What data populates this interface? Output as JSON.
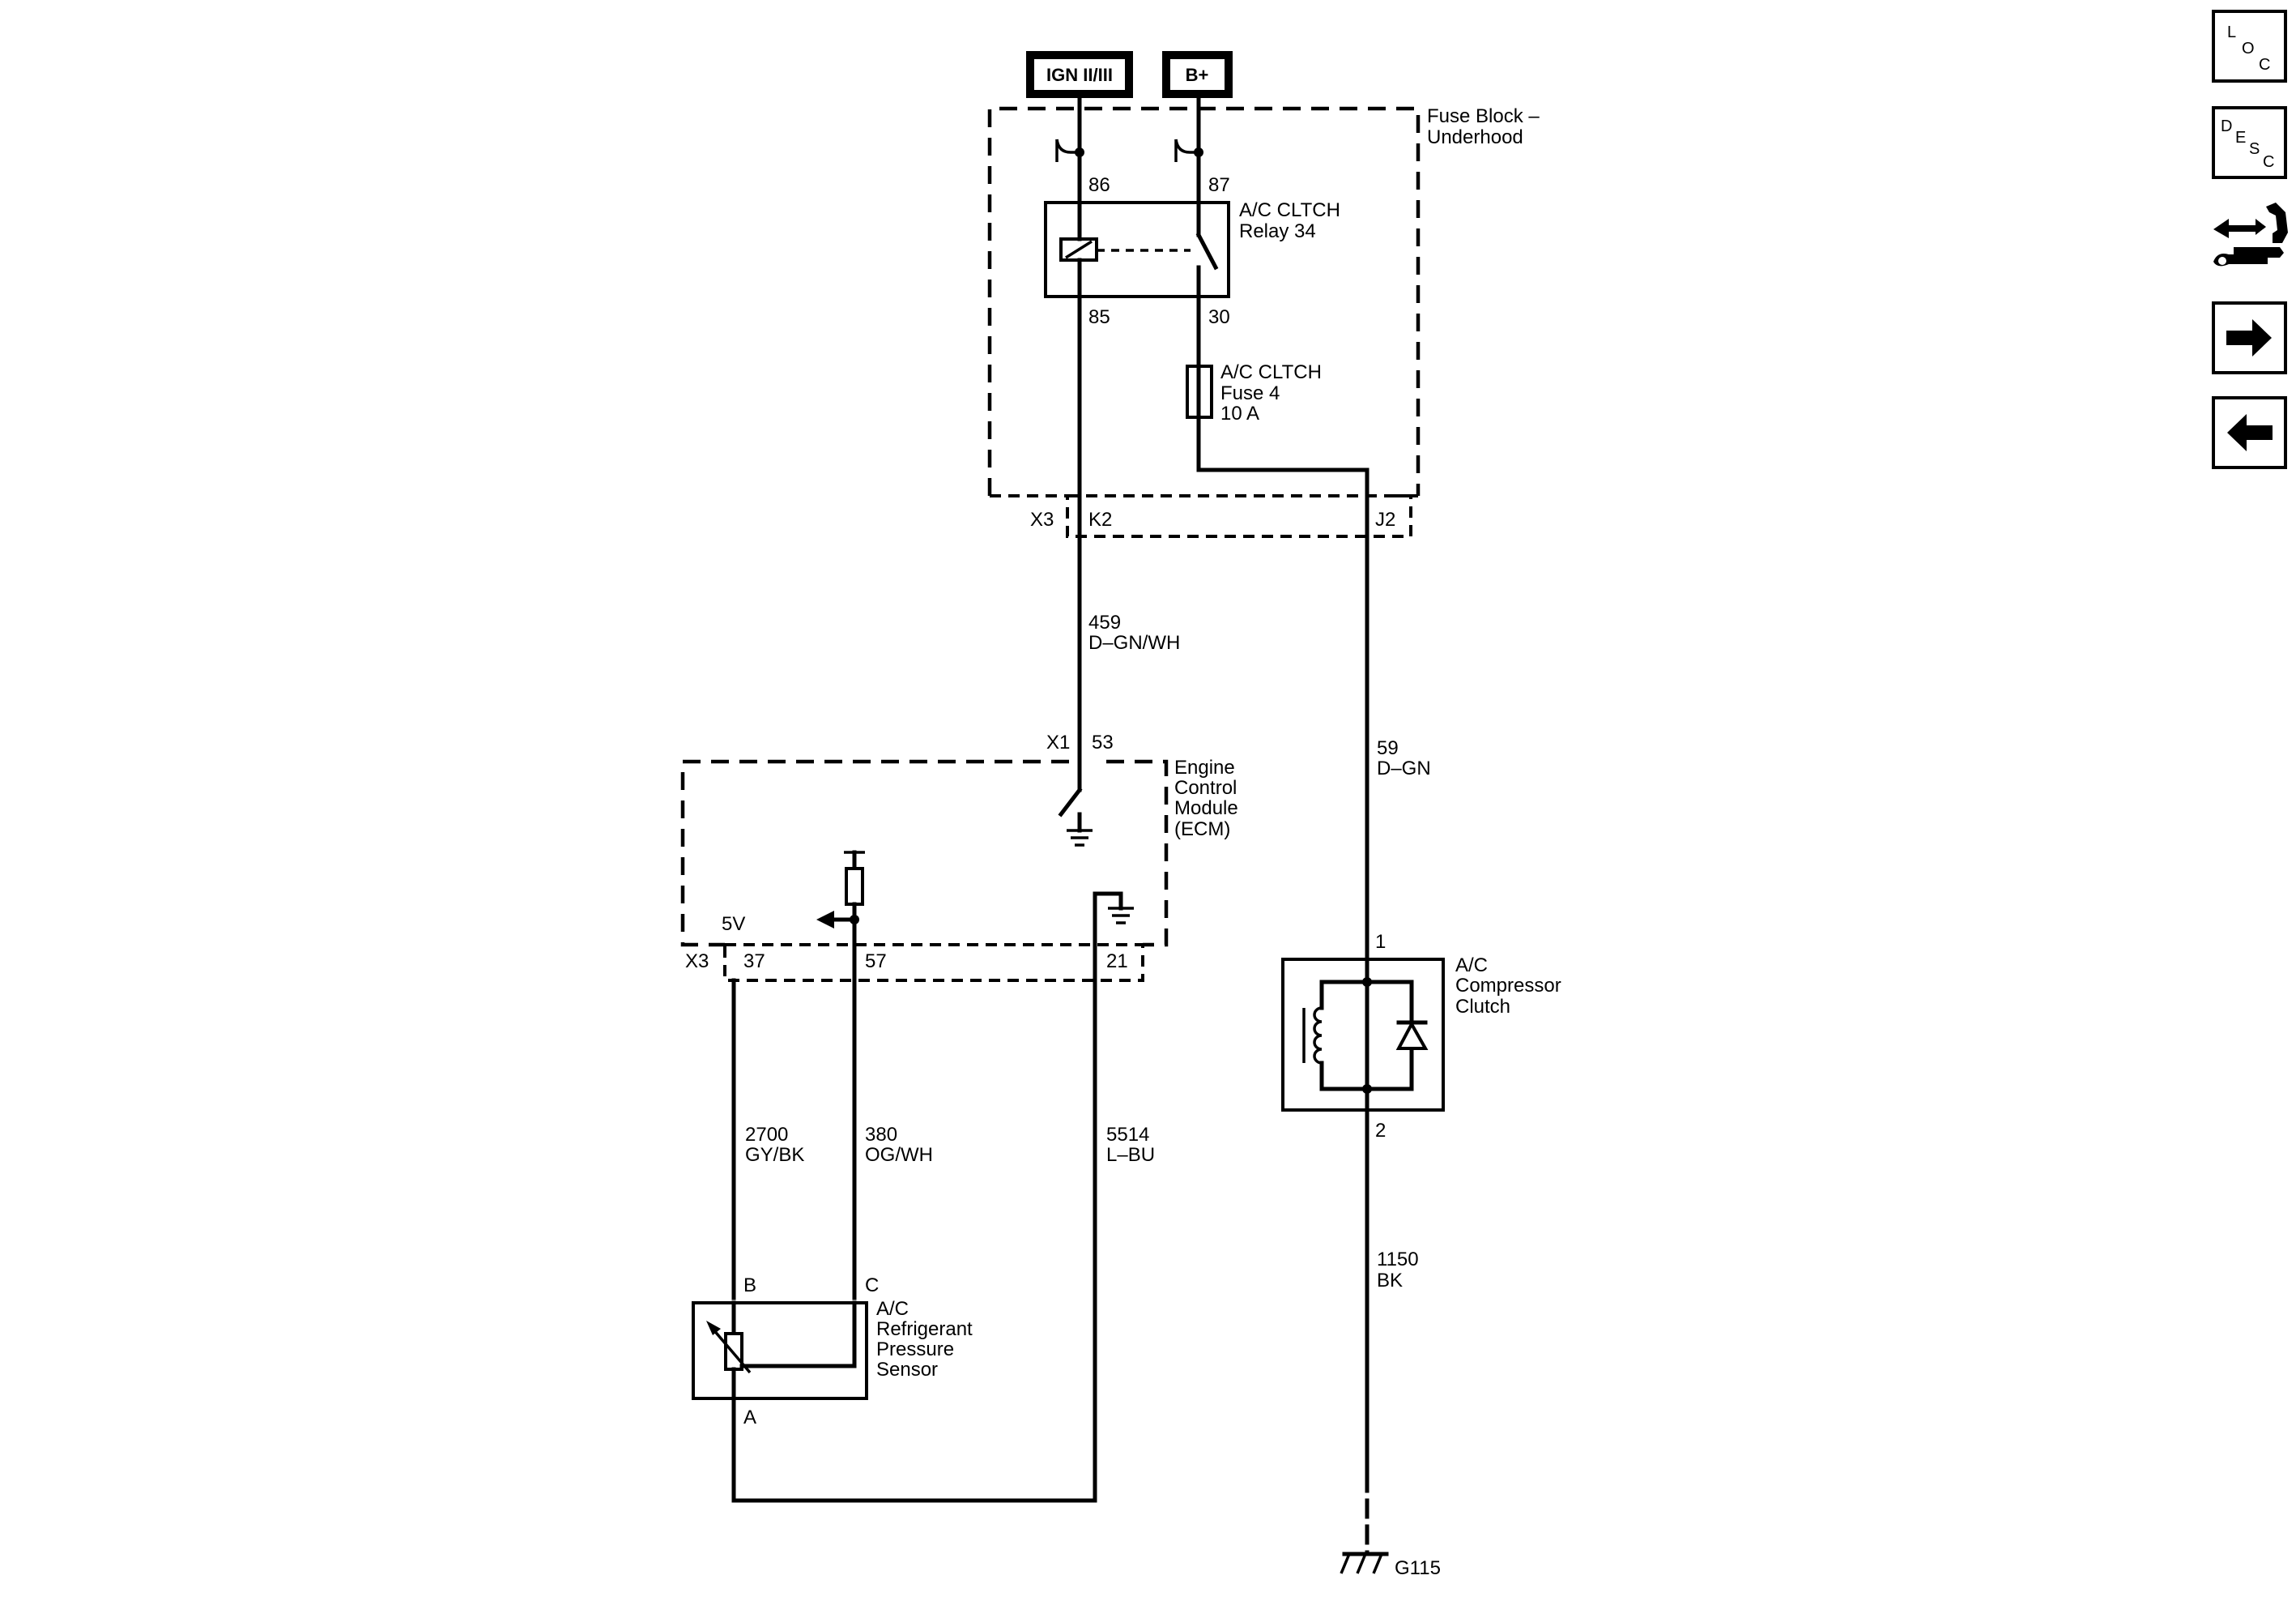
{
  "power_sources": {
    "ign": "IGN II/III",
    "batt": "B+"
  },
  "fuse_block": {
    "name_line1": "Fuse Block –",
    "name_line2": "Underhood",
    "connector": "X3",
    "pin_k2": "K2",
    "pin_j2": "J2"
  },
  "relay": {
    "name_line1": "A/C CLTCH",
    "name_line2": "Relay 34",
    "pin_86": "86",
    "pin_87": "87",
    "pin_85": "85",
    "pin_30": "30"
  },
  "fuse": {
    "name_line1": "A/C CLTCH",
    "name_line2": "Fuse 4",
    "rating": "10 A"
  },
  "wires": {
    "w459_circuit": "459",
    "w459_color": "D–GN/WH",
    "w59_circuit": "59",
    "w59_color": "D–GN",
    "w2700_circuit": "2700",
    "w2700_color": "GY/BK",
    "w380_circuit": "380",
    "w380_color": "OG/WH",
    "w5514_circuit": "5514",
    "w5514_color": "L–BU",
    "w1150_circuit": "1150",
    "w1150_color": "BK"
  },
  "ecm": {
    "name_line1": "Engine",
    "name_line2": "Control",
    "name_line3": "Module",
    "name_line4": "(ECM)",
    "connector_x1": "X1",
    "pin_53": "53",
    "connector_x3": "X3",
    "pin_37": "37",
    "pin_57": "57",
    "pin_21": "21",
    "ref_voltage": "5V"
  },
  "compressor": {
    "name_line1": "A/C",
    "name_line2": "Compressor",
    "name_line3": "Clutch",
    "pin_1": "1",
    "pin_2": "2"
  },
  "sensor": {
    "name_line1": "A/C",
    "name_line2": "Refrigerant",
    "name_line3": "Pressure",
    "name_line4": "Sensor",
    "pin_b": "B",
    "pin_c": "C",
    "pin_a": "A"
  },
  "ground": {
    "name": "G115"
  },
  "nav": {
    "loc_l": "L",
    "loc_o": "O",
    "loc_c": "C",
    "desc_d": "D",
    "desc_e": "E",
    "desc_s": "S",
    "desc_c": "C",
    "icons": [
      "location-button",
      "description-button",
      "connector-tools-icon",
      "next-arrow-icon",
      "previous-arrow-icon"
    ]
  }
}
